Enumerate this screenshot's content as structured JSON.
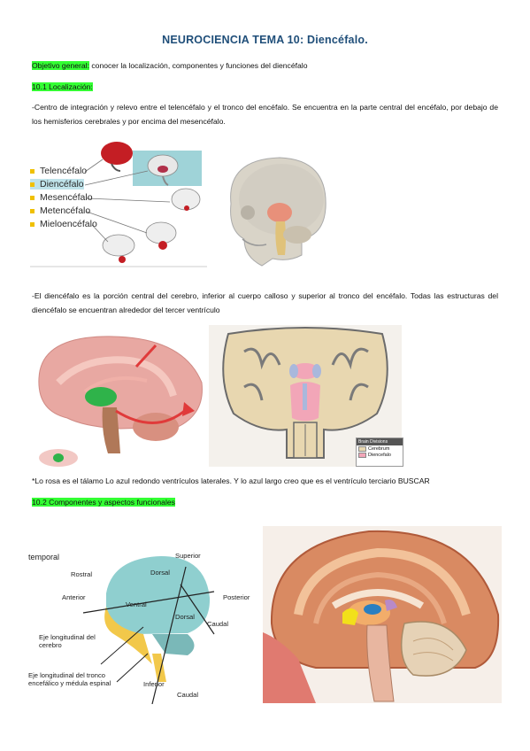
{
  "title": "NEUROCIENCIA TEMA 10: Diencéfalo.",
  "objective": {
    "label": "Objetivo general:",
    "text": " conocer la localización, componentes y funciones del diencéfalo"
  },
  "section1": {
    "heading": "10.1 Localización:",
    "para1": "-Centro de integración y relevo entre el telencéfalo y el tronco del encéfalo. Se encuentra en la parte central del encéfalo, por debajo de los hemisferios cerebrales y por encima del mesencéfalo.",
    "para2": "-El diencéfalo es la porción central del cerebro, inferior al cuerpo calloso y superior al tronco del encéfalo. Todas las estructuras del diencéfalo se encuentran alrededor del tercer ventrículo",
    "note": "*Lo rosa es el tálamo Lo azul redondo ventrículos laterales. Y lo azul largo creo que es el ventrículo terciario BUSCAR"
  },
  "figure1": {
    "legend": [
      "Telencéfalo",
      "Diencéfalo",
      "Mesencéfalo",
      "Metencéfalo",
      "Mieloencéfalo"
    ]
  },
  "figure4": {
    "legend_title": "Brain Divisions",
    "legend_items": [
      "Cerebrum",
      "Diencefalo"
    ]
  },
  "section2": {
    "heading": "10.2 Componentes y aspectos funcionales"
  },
  "figure5": {
    "labels": {
      "temporal": "temporal",
      "superior": "Superior",
      "dorsal_top": "Dorsal",
      "rostral": "Rostral",
      "anterior": "Anterior",
      "ventral": "Ventral",
      "dorsal_low": "Dorsal",
      "posterior": "Posterior",
      "caudal_right": "Caudal",
      "eje1": "Eje longitudinal del cerebro",
      "eje2": "Eje longitudinal del tronco encefálico y médula espinal",
      "inferior": "Inferior",
      "caudal_bottom": "Caudal"
    }
  },
  "colors": {
    "title": "#1f4e79",
    "highlight": "#33ff33",
    "diencephalon_pink": "#f2a6b8",
    "brain_cerebrum": "#e8d7b0"
  }
}
